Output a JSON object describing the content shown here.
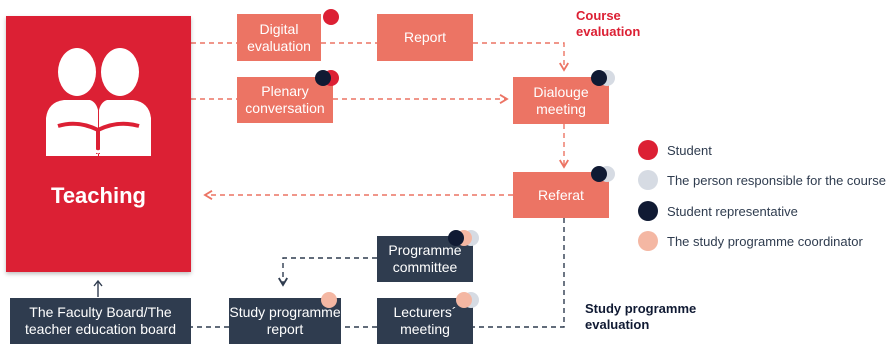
{
  "colors": {
    "red": "#dc2034",
    "salmon": "#ec7464",
    "navy": "#2f3c4f",
    "student": "#dc2034",
    "responsible": "#d6dbe3",
    "representative": "#101a33",
    "coordinator": "#f4b7a3"
  },
  "teaching": {
    "label": "Teaching",
    "icon": "two-people-reading-icon"
  },
  "course_section": {
    "line1": "Course",
    "line2": "evaluation"
  },
  "programme_section": {
    "line1": "Study programme",
    "line2": "evaluation"
  },
  "nodes": {
    "digital_evaluation": {
      "line1": "Digital",
      "line2": "evaluation"
    },
    "report": {
      "label": "Report"
    },
    "plenary_conversation": {
      "line1": "Plenary",
      "line2": "conversation"
    },
    "dialogue_meeting": {
      "line1": "Dialouge",
      "line2": "meeting"
    },
    "referat": {
      "label": "Referat"
    },
    "programme_committee": {
      "line1": "Programme",
      "line2": "committee"
    },
    "faculty_board": {
      "line1": "The Faculty Board/The",
      "line2": "teacher education board"
    },
    "study_programme_report": {
      "line1": "Study programme",
      "line2": "report"
    },
    "lecturers_meeting": {
      "line1": "Lecturers´",
      "line2": "meeting"
    }
  },
  "legend": [
    {
      "label": "Student",
      "role": "student"
    },
    {
      "label": "The person responsible for the course",
      "role": "responsible"
    },
    {
      "label": "Student representative",
      "role": "representative"
    },
    {
      "label": "The study programme coordinator",
      "role": "coordinator"
    }
  ]
}
